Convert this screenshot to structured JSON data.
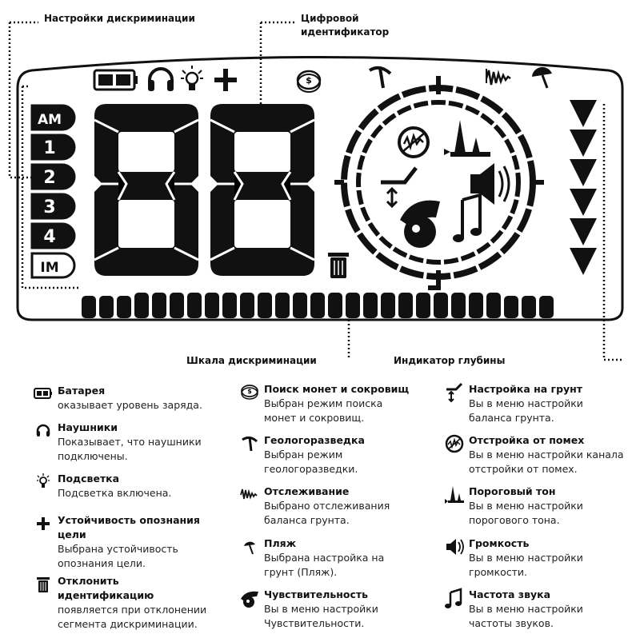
{
  "callouts": {
    "discrimination_settings": "Настройки дискриминации",
    "digital_id": "Цифровой идентификатор",
    "discrimination_scale": "Шкала дискриминации",
    "depth_indicator": "Индикатор глубины"
  },
  "lcd": {
    "modes": [
      "AM",
      "1",
      "2",
      "3",
      "4",
      "IM"
    ],
    "digits": "88"
  },
  "legend": {
    "col1": [
      {
        "icon": "battery-icon",
        "title": "Батарея",
        "desc": "оказывает уровень заряда."
      },
      {
        "icon": "headphones-icon",
        "title": "Наушники",
        "desc": "Показывает, что наушники подключены."
      },
      {
        "icon": "backlight-bulb-icon",
        "title": "Подсветка",
        "desc": "Подсветка включена."
      },
      {
        "icon": "plus-icon",
        "title": "Устойчивость опознания цели",
        "desc": "Выбрана устойчивость опознания цели."
      },
      {
        "icon": "trash-icon",
        "title": "Отклонить идентификацию",
        "desc": "появляется при отклонении сегмента дискриминации."
      }
    ],
    "col2": [
      {
        "icon": "coin-icon",
        "title": "Поиск монет и сокровищ",
        "desc": "Выбран режим поиска монет и сокровищ."
      },
      {
        "icon": "pickaxe-icon",
        "title": "Геологоразведка",
        "desc": "Выбран режим геологоразведки."
      },
      {
        "icon": "tracking-wave-icon",
        "title": "Отслеживание",
        "desc": "Выбрано отслеживания баланса грунта."
      },
      {
        "icon": "beach-umbrella-icon",
        "title": "Пляж",
        "desc": "Выбрана настройка на грунт (Пляж)."
      },
      {
        "icon": "sensitivity-icon",
        "title": "Чувствительность",
        "desc": "Вы в меню настройки Чувствительности."
      }
    ],
    "col3": [
      {
        "icon": "ground-balance-icon",
        "title": "Настройка на грунт",
        "desc": "Вы в меню настройки баланса грунта."
      },
      {
        "icon": "noise-cancel-icon",
        "title": "Отстройка от помех",
        "desc": "Вы в меню настройки канала отстройки от помех."
      },
      {
        "icon": "threshold-tone-icon",
        "title": "Пороговый тон",
        "desc": "Вы в меню настройки порогового тона."
      },
      {
        "icon": "volume-icon",
        "title": "Громкость",
        "desc": "Вы в меню настройки громкости."
      },
      {
        "icon": "tone-frequency-icon",
        "title": "Частота звука",
        "desc": "Вы в меню настройки частоты звуков."
      }
    ]
  }
}
